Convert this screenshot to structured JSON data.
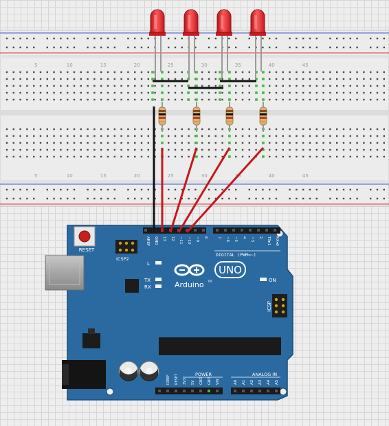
{
  "breadboard": {
    "column_numbers": [
      "5",
      "10",
      "15",
      "20",
      "25",
      "30",
      "35",
      "40",
      "45"
    ]
  },
  "leds": {
    "count": 4,
    "color": "#e8242a"
  },
  "resistors": {
    "count": 4
  },
  "arduino": {
    "reset_label": "RESET",
    "icsp2_label": "ICSP2",
    "logo_text": "Arduino",
    "tm": "TM",
    "uno_label": "UNO",
    "on_label": "ON",
    "l_label": "L",
    "tx_label": "TX",
    "rx_label": "RX",
    "digital_label": "DIGITAL (PWM=~)",
    "icsp_label": "ICSP",
    "power_label": "POWER",
    "analog_label": "ANALOG IN",
    "digital_pins": [
      "AREF",
      "GND",
      "13",
      "12",
      "~11",
      "~10",
      "~9",
      "8",
      "7",
      "~6",
      "~5",
      "4",
      "~3",
      "2",
      "TX▸1",
      "RX◂0"
    ],
    "power_pins": [
      "IOREF",
      "RESET",
      "3V3",
      "5V",
      "GND",
      "GND",
      "VIN"
    ],
    "analog_pins": [
      "A0",
      "A1",
      "A2",
      "A3",
      "A4",
      "A5"
    ],
    "board_color": "#2b6aa0"
  },
  "wires": {
    "signal_color": "#c8171a",
    "ground_color": "#111111"
  }
}
